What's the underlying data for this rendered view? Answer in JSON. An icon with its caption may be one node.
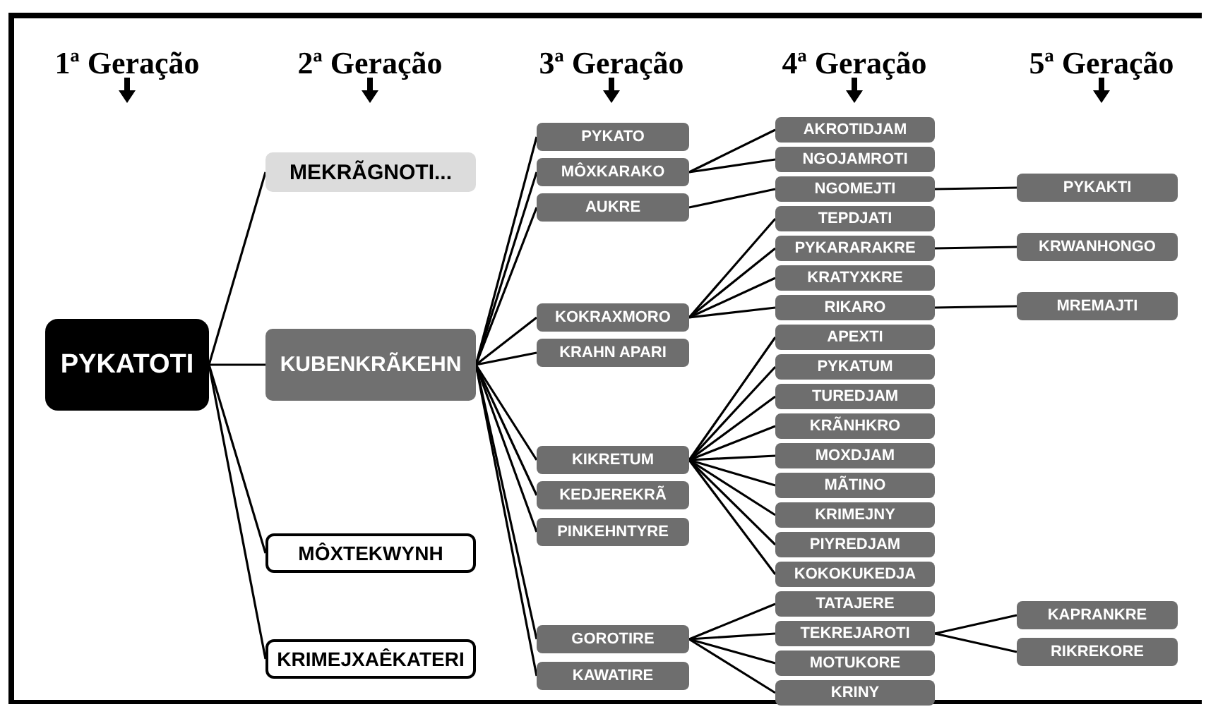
{
  "diagram": {
    "nodes": [
      {
        "text": [
          "PYKATOTI"
        ]
      },
      {
        "text": [
          "MEKRÃGNOTI..."
        ]
      },
      {
        "text": [
          "KUBENKRÃKEHN"
        ]
      },
      {
        "text": [
          "MÔXTEKWYNH"
        ]
      },
      {
        "text": [
          "KRIMEJXAÊKATERI"
        ]
      },
      {
        "text": [
          "PYKATO"
        ]
      },
      {
        "text": [
          "MÔXKARAKO"
        ]
      },
      {
        "text": [
          "AUKRE"
        ]
      },
      {
        "text": [
          "KOKRAXMORO"
        ]
      },
      {
        "text": [
          "KRAHN APARI"
        ]
      },
      {
        "text": [
          "KIKRETUM"
        ]
      },
      {
        "text": [
          "KEDJEREKRÃ"
        ]
      },
      {
        "text": [
          "PINKEHNTYRE"
        ]
      },
      {
        "text": [
          "GOROTIRE"
        ]
      },
      {
        "text": [
          "KAWATIRE"
        ]
      },
      {
        "text": [
          "AKROTIDJAM"
        ]
      },
      {
        "text": [
          "NGOJAMROTI"
        ]
      },
      {
        "text": [
          "NGOMEJTI"
        ]
      },
      {
        "text": [
          "TEPDJATI"
        ]
      },
      {
        "text": [
          "PYKARARAKRE"
        ]
      },
      {
        "text": [
          "KRATYXKRE"
        ]
      },
      {
        "text": [
          "RIKARO"
        ]
      },
      {
        "text": [
          "APEXTI"
        ]
      },
      {
        "text": [
          "PYKATUM"
        ]
      },
      {
        "text": [
          "TUREDJAM"
        ]
      },
      {
        "text": [
          "KRÃNHKRO"
        ]
      },
      {
        "text": [
          "MOXDJAM"
        ]
      },
      {
        "text": [
          "MÃTINO"
        ]
      },
      {
        "text": [
          "KRIMEJNY"
        ]
      },
      {
        "text": [
          "PIYREDJAM"
        ]
      },
      {
        "text": [
          "KOKOKUKEDJA"
        ]
      },
      {
        "text": [
          "TATAJERE"
        ]
      },
      {
        "text": [
          "TEKREJAROTI"
        ]
      },
      {
        "text": [
          "MOTUKORE"
        ]
      },
      {
        "text": [
          "KRINY"
        ]
      },
      {
        "text": [
          "PYKAKTI"
        ]
      },
      {
        "text": [
          "KRWANHONGO"
        ]
      },
      {
        "text": [
          "MREMAJTI"
        ]
      },
      {
        "text": [
          "KAPRANKRE"
        ]
      },
      {
        "text": [
          "RIKREKORE"
        ]
      }
    ],
    "edges": [
      {
        "from": 0,
        "to": 1,
        "arrow": "none"
      },
      {
        "from": 0,
        "to": 2,
        "arrow": "none"
      },
      {
        "from": 0,
        "to": 3,
        "arrow": "none"
      },
      {
        "from": 0,
        "to": 4,
        "arrow": "none"
      },
      {
        "from": 2,
        "to": 5,
        "arrow": "none"
      },
      {
        "from": 2,
        "to": 6,
        "arrow": "none"
      },
      {
        "from": 2,
        "to": 7,
        "arrow": "none"
      },
      {
        "from": 2,
        "to": 8,
        "arrow": "none"
      },
      {
        "from": 2,
        "to": 9,
        "arrow": "none"
      },
      {
        "from": 2,
        "to": 10,
        "arrow": "none"
      },
      {
        "from": 2,
        "to": 11,
        "arrow": "none"
      },
      {
        "from": 2,
        "to": 12,
        "arrow": "none"
      },
      {
        "from": 2,
        "to": 13,
        "arrow": "none"
      },
      {
        "from": 2,
        "to": 14,
        "arrow": "none"
      },
      {
        "from": 6,
        "to": 15,
        "arrow": "none"
      },
      {
        "from": 6,
        "to": 16,
        "arrow": "none"
      },
      {
        "from": 7,
        "to": 17,
        "arrow": "none"
      },
      {
        "from": 8,
        "to": 18,
        "arrow": "none"
      },
      {
        "from": 8,
        "to": 19,
        "arrow": "none"
      },
      {
        "from": 8,
        "to": 20,
        "arrow": "none"
      },
      {
        "from": 8,
        "to": 21,
        "arrow": "none"
      },
      {
        "from": 10,
        "to": 22,
        "arrow": "none"
      },
      {
        "from": 10,
        "to": 23,
        "arrow": "none"
      },
      {
        "from": 10,
        "to": 24,
        "arrow": "none"
      },
      {
        "from": 10,
        "to": 25,
        "arrow": "none"
      },
      {
        "from": 10,
        "to": 26,
        "arrow": "none"
      },
      {
        "from": 10,
        "to": 27,
        "arrow": "none"
      },
      {
        "from": 10,
        "to": 28,
        "arrow": "none"
      },
      {
        "from": 10,
        "to": 29,
        "arrow": "none"
      },
      {
        "from": 10,
        "to": 30,
        "arrow": "none"
      },
      {
        "from": 13,
        "to": 31,
        "arrow": "none"
      },
      {
        "from": 13,
        "to": 32,
        "arrow": "none"
      },
      {
        "from": 13,
        "to": 33,
        "arrow": "none"
      },
      {
        "from": 13,
        "to": 34,
        "arrow": "none"
      },
      {
        "from": 17,
        "to": 35,
        "arrow": "none"
      },
      {
        "from": 19,
        "to": 36,
        "arrow": "none"
      },
      {
        "from": 21,
        "to": 37,
        "arrow": "none"
      },
      {
        "from": 32,
        "to": 38,
        "arrow": "none"
      },
      {
        "from": 32,
        "to": 39,
        "arrow": "none"
      }
    ],
    "labels": [
      "1ª Geração",
      "2ª Geração",
      "3ª Geração",
      "4ª Geração",
      "5ª Geração"
    ]
  }
}
